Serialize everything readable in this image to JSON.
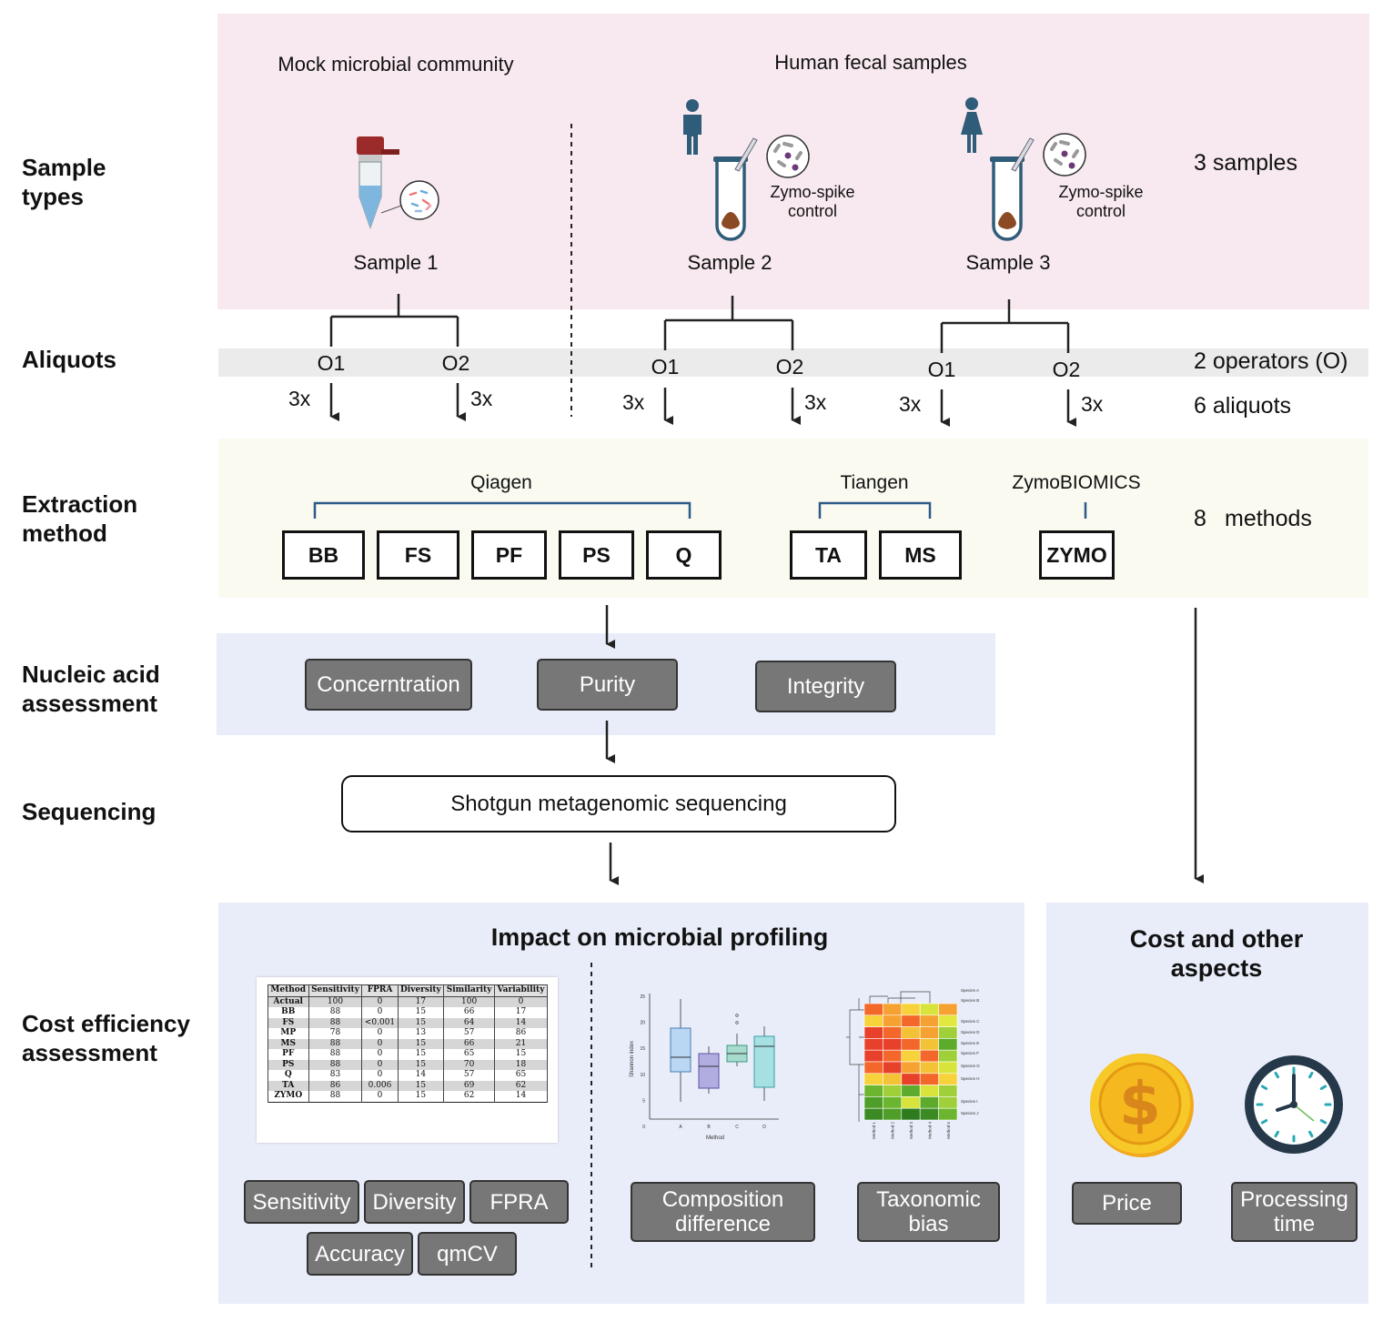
{
  "row_labels": {
    "sample_types": "Sample\ntypes",
    "aliquots": "Aliquots",
    "extraction_method": "Extraction\nmethod",
    "nucleic_acid": "Nucleic acid\nassessment",
    "sequencing": "Sequencing",
    "cost_efficiency": "Cost efficiency\nassessment"
  },
  "sample_types": {
    "mock_heading": "Mock microbial community",
    "fecal_heading": "Human fecal samples",
    "spike_label_1": "Zymo-spike\ncontrol",
    "spike_label_2": "Zymo-spike\ncontrol",
    "sample1": "Sample 1",
    "sample2": "Sample 2",
    "sample3": "Sample  3",
    "count": "3 samples"
  },
  "aliquots": {
    "o1": "O1",
    "o2": "O2",
    "rep": "3x",
    "operators": "2 operators (O)",
    "count": "6 aliquots"
  },
  "extraction": {
    "groups": {
      "qiagen": "Qiagen",
      "tiangen": "Tiangen",
      "zymo": "ZymoBIOMICS"
    },
    "methods": [
      "BB",
      "FS",
      "PF",
      "PS",
      "Q",
      "TA",
      "MS",
      "ZYMO"
    ],
    "count_num": "8",
    "count_word": "methods"
  },
  "nucleic_acid": {
    "concentration": "Concerntration",
    "purity": "Purity",
    "integrity": "Integrity"
  },
  "sequencing": {
    "label": "Shotgun metagenomic sequencing"
  },
  "impact": {
    "title": "Impact on microbial profiling",
    "table": {
      "headers": [
        "Method",
        "Sensitivity",
        "FPRA",
        "Diversity",
        "Similarity",
        "Variability"
      ],
      "rows": [
        [
          "Actual",
          "100",
          "0",
          "17",
          "100",
          "0"
        ],
        [
          "BB",
          "88",
          "0",
          "15",
          "66",
          "17"
        ],
        [
          "FS",
          "88",
          "<0.001",
          "15",
          "64",
          "14"
        ],
        [
          "MP",
          "78",
          "0",
          "13",
          "57",
          "86"
        ],
        [
          "MS",
          "88",
          "0",
          "15",
          "66",
          "21"
        ],
        [
          "PF",
          "88",
          "0",
          "15",
          "65",
          "15"
        ],
        [
          "PS",
          "88",
          "0",
          "15",
          "70",
          "18"
        ],
        [
          "Q",
          "83",
          "0",
          "14",
          "57",
          "65"
        ],
        [
          "TA",
          "86",
          "0.006",
          "15",
          "69",
          "62"
        ],
        [
          "ZYMO",
          "88",
          "0",
          "15",
          "62",
          "14"
        ]
      ]
    },
    "metrics": [
      "Sensitivity",
      "Diversity",
      "FPRA",
      "Accuracy",
      "qmCV"
    ],
    "composition": "Composition\ndifference",
    "taxonomic": "Taxonomic\nbias",
    "boxplot": {
      "ylabel": "Shannon index",
      "xlabel": "Method",
      "yticks": [
        "25",
        "20",
        "15",
        "10",
        "5",
        "0"
      ],
      "categories": [
        "A",
        "B",
        "C",
        "D"
      ]
    },
    "heatmap": {
      "species": [
        "Species A",
        "Species B",
        "Species C",
        "Species D",
        "Species E",
        "Species F",
        "Species G",
        "Species H",
        "Species I",
        "Species J"
      ],
      "methods": [
        "Method 1",
        "Method 2",
        "Method 3",
        "Method 4",
        "Method 5"
      ],
      "colors": [
        [
          "#f4672a",
          "#f6a233",
          "#f7d23a",
          "#d8e43c",
          "#f6a233"
        ],
        [
          "#f7d23a",
          "#f6a233",
          "#f4672a",
          "#f6a233",
          "#e3e83e"
        ],
        [
          "#e8412b",
          "#f4672a",
          "#f4c236",
          "#f6a233",
          "#9fd03a"
        ],
        [
          "#e8412b",
          "#e8412b",
          "#f4672a",
          "#f4c236",
          "#5cab2d"
        ],
        [
          "#e8412b",
          "#f4672a",
          "#f7d23a",
          "#f4672a",
          "#9fd03a"
        ],
        [
          "#f4672a",
          "#e8412b",
          "#f6a233",
          "#f4c236",
          "#d8e43c"
        ],
        [
          "#f7d23a",
          "#f4c236",
          "#e8412b",
          "#f4672a",
          "#f7d23a"
        ],
        [
          "#6bb52f",
          "#9fd03a",
          "#5cab2d",
          "#d8e43c",
          "#9fd03a"
        ],
        [
          "#4f9e2a",
          "#6bb52f",
          "#d8e43c",
          "#5cab2d",
          "#9fd03a"
        ],
        [
          "#3c8a23",
          "#4f9e2a",
          "#2d7a1f",
          "#3c8a23",
          "#6bb52f"
        ]
      ]
    }
  },
  "cost": {
    "title": "Cost and other\naspects",
    "price": "Price",
    "processing": "Processing\ntime"
  },
  "colors": {
    "pink_band": "#f7e9ef",
    "gray_band": "#ebebeb",
    "cream_band": "#fafaf0",
    "blue_band": "#e8edf9",
    "bracket_blue": "#2e5a87",
    "button_gray": "#777777"
  }
}
